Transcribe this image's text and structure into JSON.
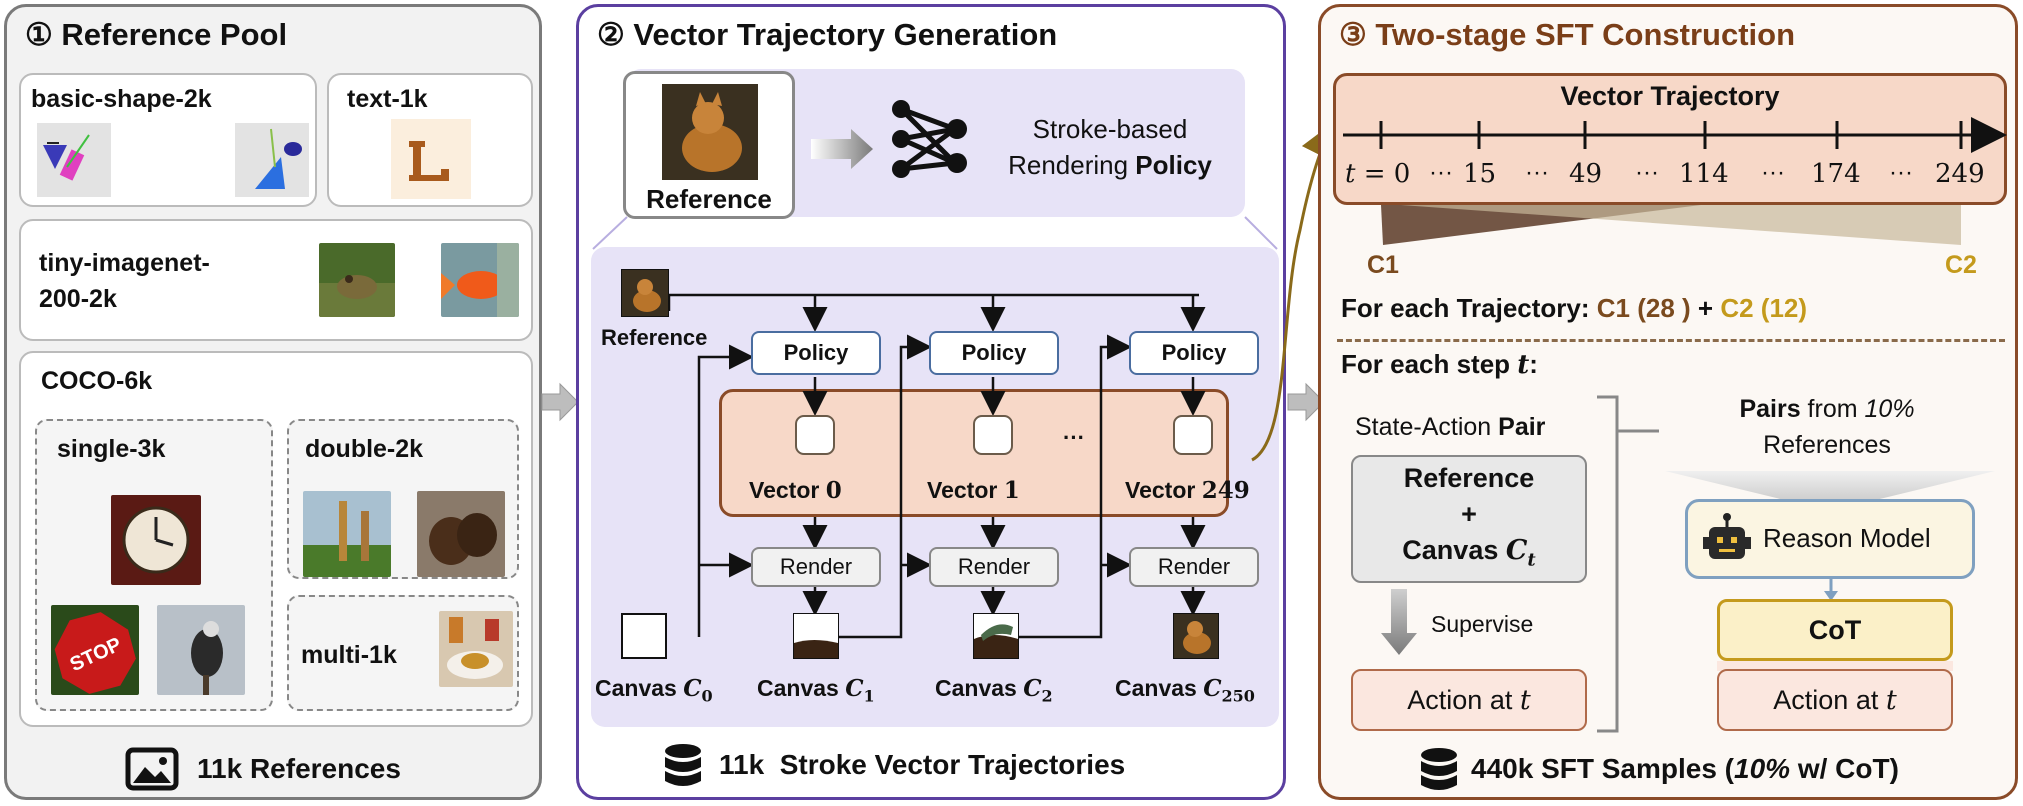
{
  "colors": {
    "panel1_bg": "#f2f2f2",
    "panel2_border": "#5b3fa0",
    "panel3_border": "#8a4b28",
    "vector_bg": "#f7d8c8",
    "c1": "#7a4a1e",
    "c2": "#c49a1c",
    "policy_border": "#4a6da0"
  },
  "panel1": {
    "title": "① Reference Pool",
    "basic_shape": "basic-shape-2k",
    "text": "text-1k",
    "tiny": [
      "tiny-imagenet-",
      "200-2k"
    ],
    "coco": "COCO-6k",
    "single": "single-3k",
    "double": "double-2k",
    "multi": "multi-1k",
    "footer": "11k References",
    "footer_icon": "image-icon"
  },
  "panel2": {
    "title": "② Vector Trajectory Generation",
    "reference_label": "Reference",
    "policy_text": [
      "Stroke-based",
      "Rendering ",
      "Policy"
    ],
    "reference_small": "Reference",
    "policy_label": "Policy",
    "render_label": "Render",
    "ellipsis": "···",
    "vectors": [
      {
        "word": "Vector ",
        "num": "0"
      },
      {
        "word": "Vector ",
        "num": "1"
      },
      {
        "word": "Vector ",
        "num": "249"
      }
    ],
    "canvases": [
      {
        "word": "Canvas ",
        "sym": "C",
        "sub": "0"
      },
      {
        "word": "Canvas ",
        "sym": "C",
        "sub": "1"
      },
      {
        "word": "Canvas ",
        "sym": "C",
        "sub": "2"
      },
      {
        "word": "Canvas ",
        "sym": "C",
        "sub": "250"
      }
    ],
    "footer": "11k  Stroke Vector Trajectories",
    "footer_icon": "database-icon"
  },
  "panel3": {
    "title": "③ Two-stage SFT Construction",
    "trajectory_title": "Vector Trajectory",
    "t_prefix": "t",
    "t_eq": " = 0",
    "ticks": [
      "15",
      "49",
      "114",
      "174",
      "249"
    ],
    "dots": "···",
    "c1": "C1",
    "c2": "C2",
    "each_traj": "For each Trajectory: ",
    "c1_count": "C1 (28 )",
    "plus": " + ",
    "c2_count": "C2 (12)",
    "each_step": "For each step ",
    "each_step_t": "t",
    "each_step_colon": ":",
    "sa_pair": [
      "State-Action ",
      "Pair"
    ],
    "ref_canvas": [
      "Reference",
      "+",
      "Canvas "
    ],
    "canvas_sym": "C",
    "canvas_sub": "t",
    "supervise": "Supervise",
    "action": "Action at ",
    "action_t": "t",
    "pairs_from": [
      "Pairs",
      " from ",
      "10%"
    ],
    "references": "References",
    "reason_model": "Reason Model",
    "cot": "CoT",
    "footer": [
      "440k SFT Samples (",
      "10%",
      " w/ CoT)"
    ],
    "footer_icon": "database-icon"
  }
}
